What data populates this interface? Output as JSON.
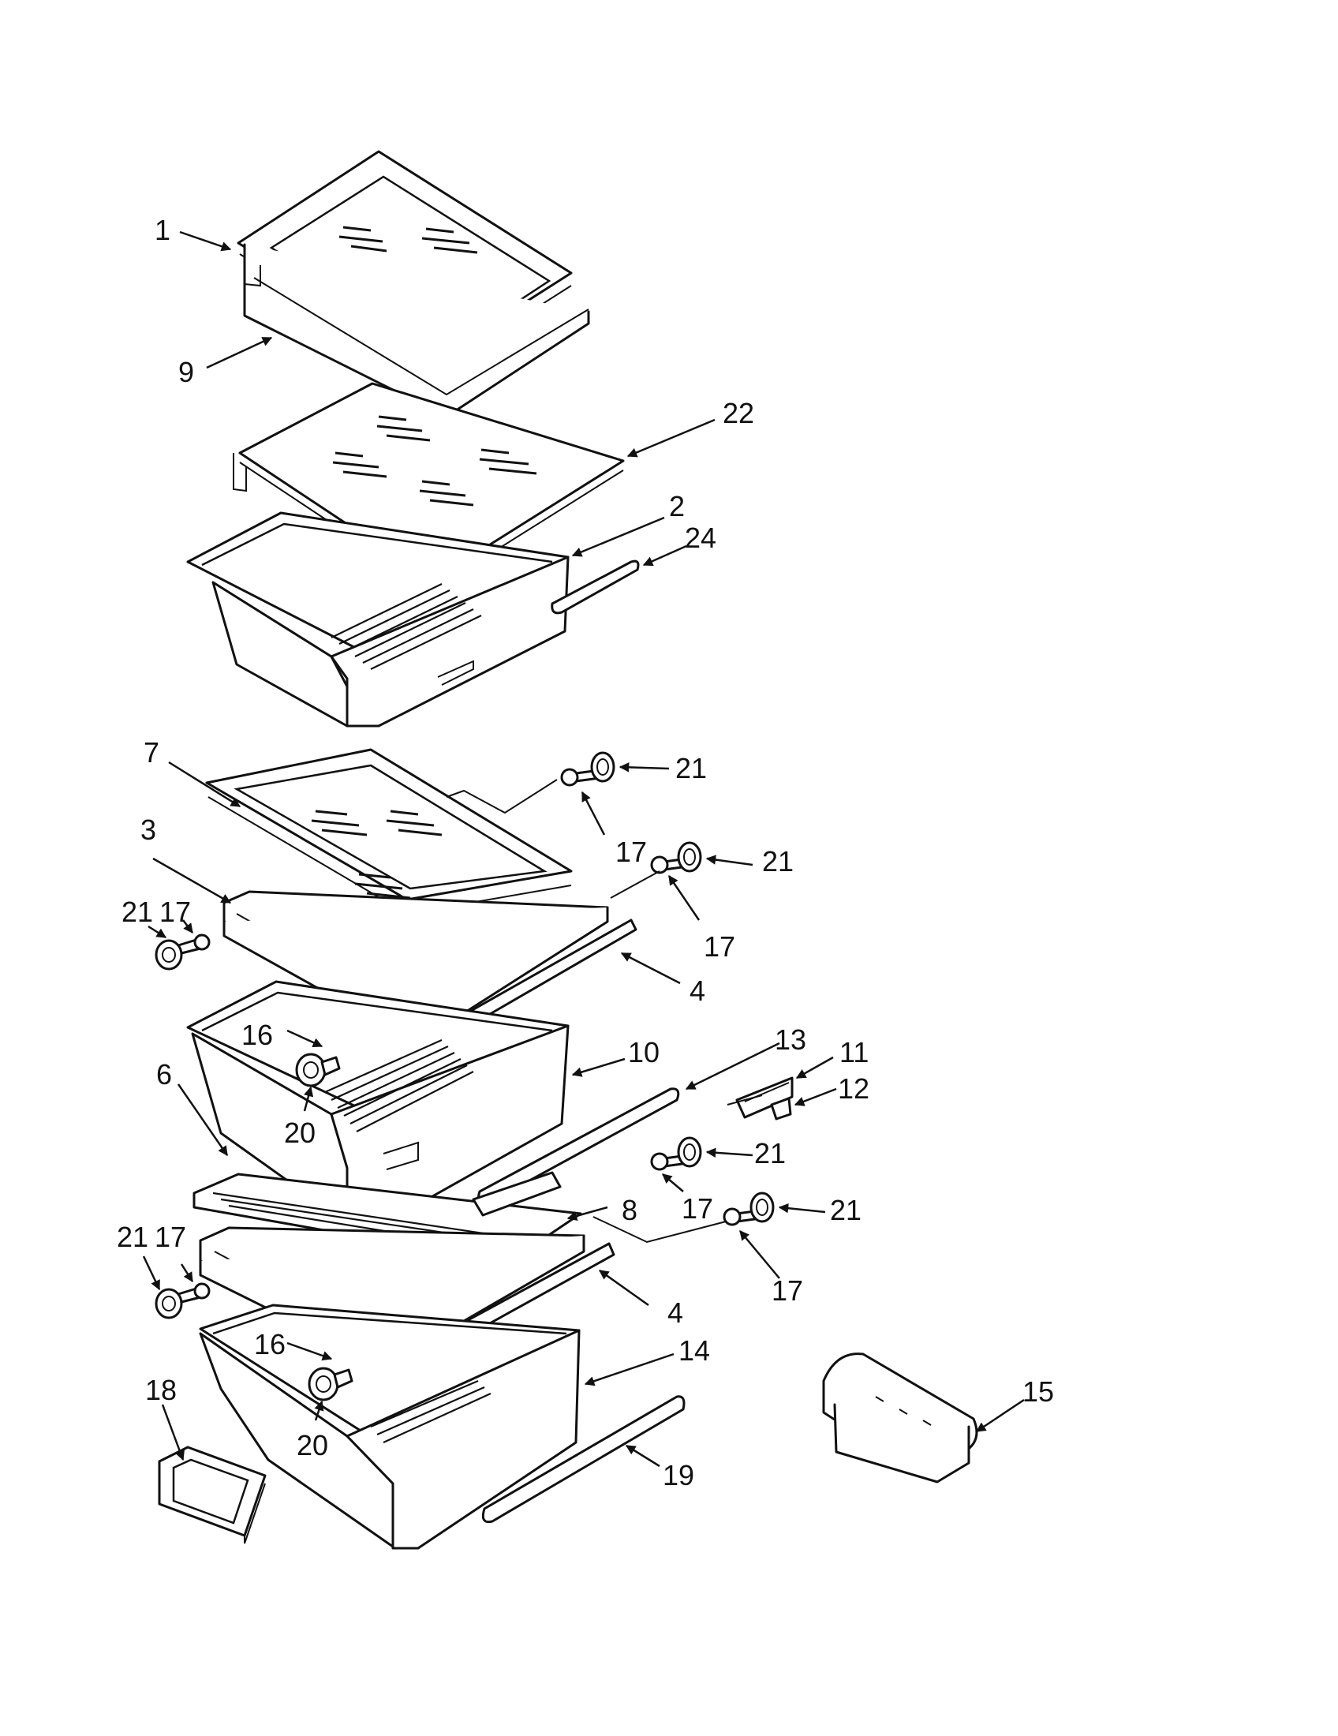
{
  "diagram": {
    "parts": [
      {
        "id": "p1",
        "label": "1"
      },
      {
        "id": "p9",
        "label": "9"
      },
      {
        "id": "p22",
        "label": "22"
      },
      {
        "id": "p2",
        "label": "2"
      },
      {
        "id": "p24",
        "label": "24"
      },
      {
        "id": "p7",
        "label": "7"
      },
      {
        "id": "p3",
        "label": "3"
      },
      {
        "id": "p4a",
        "label": "4"
      },
      {
        "id": "p10",
        "label": "10"
      },
      {
        "id": "p6",
        "label": "6"
      },
      {
        "id": "p8",
        "label": "8"
      },
      {
        "id": "p4b",
        "label": "4"
      },
      {
        "id": "p13",
        "label": "13"
      },
      {
        "id": "p11",
        "label": "11"
      },
      {
        "id": "p12",
        "label": "12"
      },
      {
        "id": "p14",
        "label": "14"
      },
      {
        "id": "p15",
        "label": "15"
      },
      {
        "id": "p18",
        "label": "18"
      },
      {
        "id": "p19",
        "label": "19"
      },
      {
        "id": "p16a",
        "label": "16"
      },
      {
        "id": "p20a",
        "label": "20"
      },
      {
        "id": "p16b",
        "label": "16"
      },
      {
        "id": "p20b",
        "label": "20"
      },
      {
        "id": "p21a",
        "label": "21"
      },
      {
        "id": "p17a",
        "label": "17"
      },
      {
        "id": "p21b",
        "label": "21"
      },
      {
        "id": "p17b",
        "label": "17"
      },
      {
        "id": "p21c",
        "label": "21"
      },
      {
        "id": "p17c",
        "label": "17"
      },
      {
        "id": "p21d",
        "label": "21"
      },
      {
        "id": "p17d",
        "label": "17"
      },
      {
        "id": "p21e",
        "label": "21"
      },
      {
        "id": "p17e",
        "label": "17"
      },
      {
        "id": "p21f",
        "label": "21"
      },
      {
        "id": "p17f",
        "label": "17"
      }
    ]
  }
}
